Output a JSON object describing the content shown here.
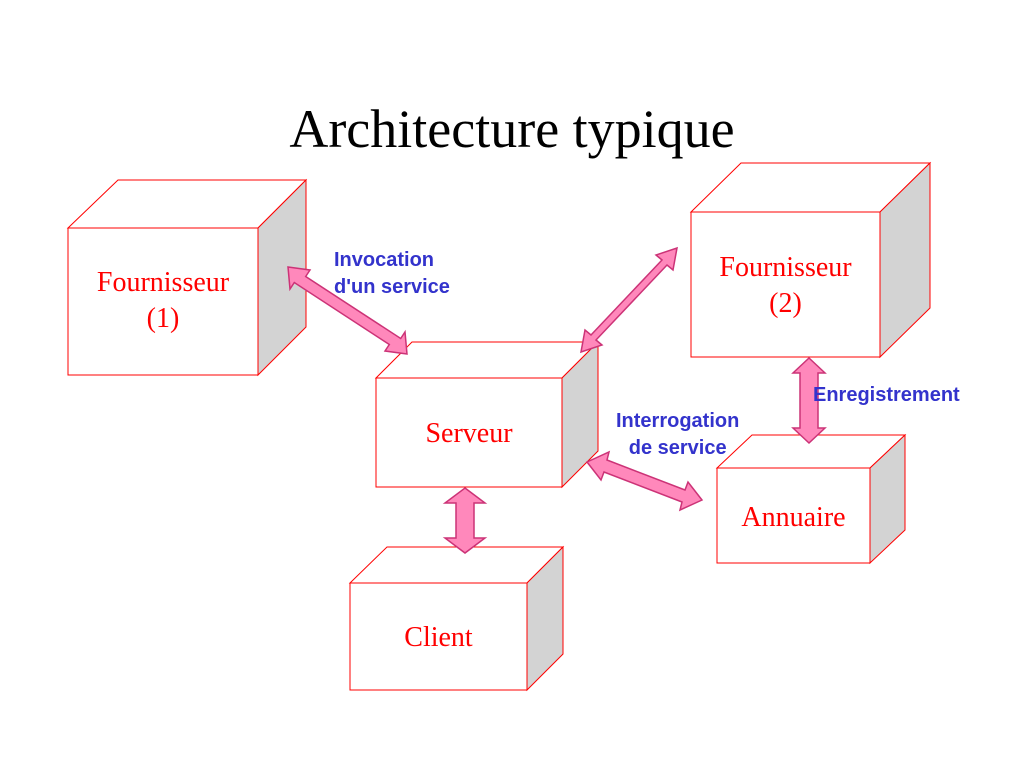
{
  "title": "Architecture typique",
  "colors": {
    "box_stroke": "#ff0000",
    "box_front": "#ffffff",
    "box_side": "#d3d3d3",
    "arrow_fill": "#ff88bb",
    "arrow_stroke": "#cc3377",
    "box_text": "#ff0000",
    "edge_text": "#3333cc"
  },
  "nodes": {
    "fournisseur1": {
      "line1": "Fournisseur",
      "line2": "(1)"
    },
    "fournisseur2": {
      "line1": "Fournisseur",
      "line2": "(2)"
    },
    "serveur": {
      "label": "Serveur"
    },
    "annuaire": {
      "label": "Annuaire"
    },
    "client": {
      "label": "Client"
    }
  },
  "edges": {
    "invocation": {
      "line1": "Invocation",
      "line2": "d'un service"
    },
    "interrogation": {
      "line1": "Interrogation",
      "line2": "de service"
    },
    "enregistrement": {
      "label": "Enregistrement"
    }
  }
}
